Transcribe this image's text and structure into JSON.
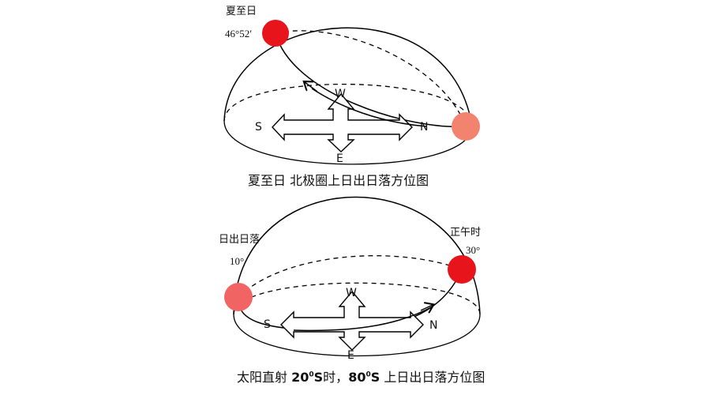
{
  "diagram1": {
    "label_solstice": "夏至日",
    "label_angle": "46°52′",
    "dir_w": "W",
    "dir_s": "S",
    "dir_n": "N",
    "dir_e": "E",
    "caption": "夏至日  北极圈上日出日落方位图",
    "colors": {
      "sun_main": "#e8141b",
      "sun_light": "#f2836f"
    }
  },
  "diagram2": {
    "label_sunrise_sunset": "日出日落",
    "label_angle_low": "10°",
    "label_noon": "正午时",
    "label_angle_high": "30°",
    "dir_w": "W",
    "dir_s": "S",
    "dir_n": "N",
    "dir_e": "E",
    "caption_pre": "太阳直射",
    "caption_lat1_num": "20",
    "caption_lat1_sup": "0",
    "caption_lat1_unit": "S",
    "caption_mid": "时，",
    "caption_lat2_num": "80",
    "caption_lat2_sup": "0",
    "caption_lat2_unit": "S",
    "caption_post": "上日出日落方位图",
    "colors": {
      "sun_main": "#e8141b",
      "sun_light": "#f06464"
    }
  }
}
